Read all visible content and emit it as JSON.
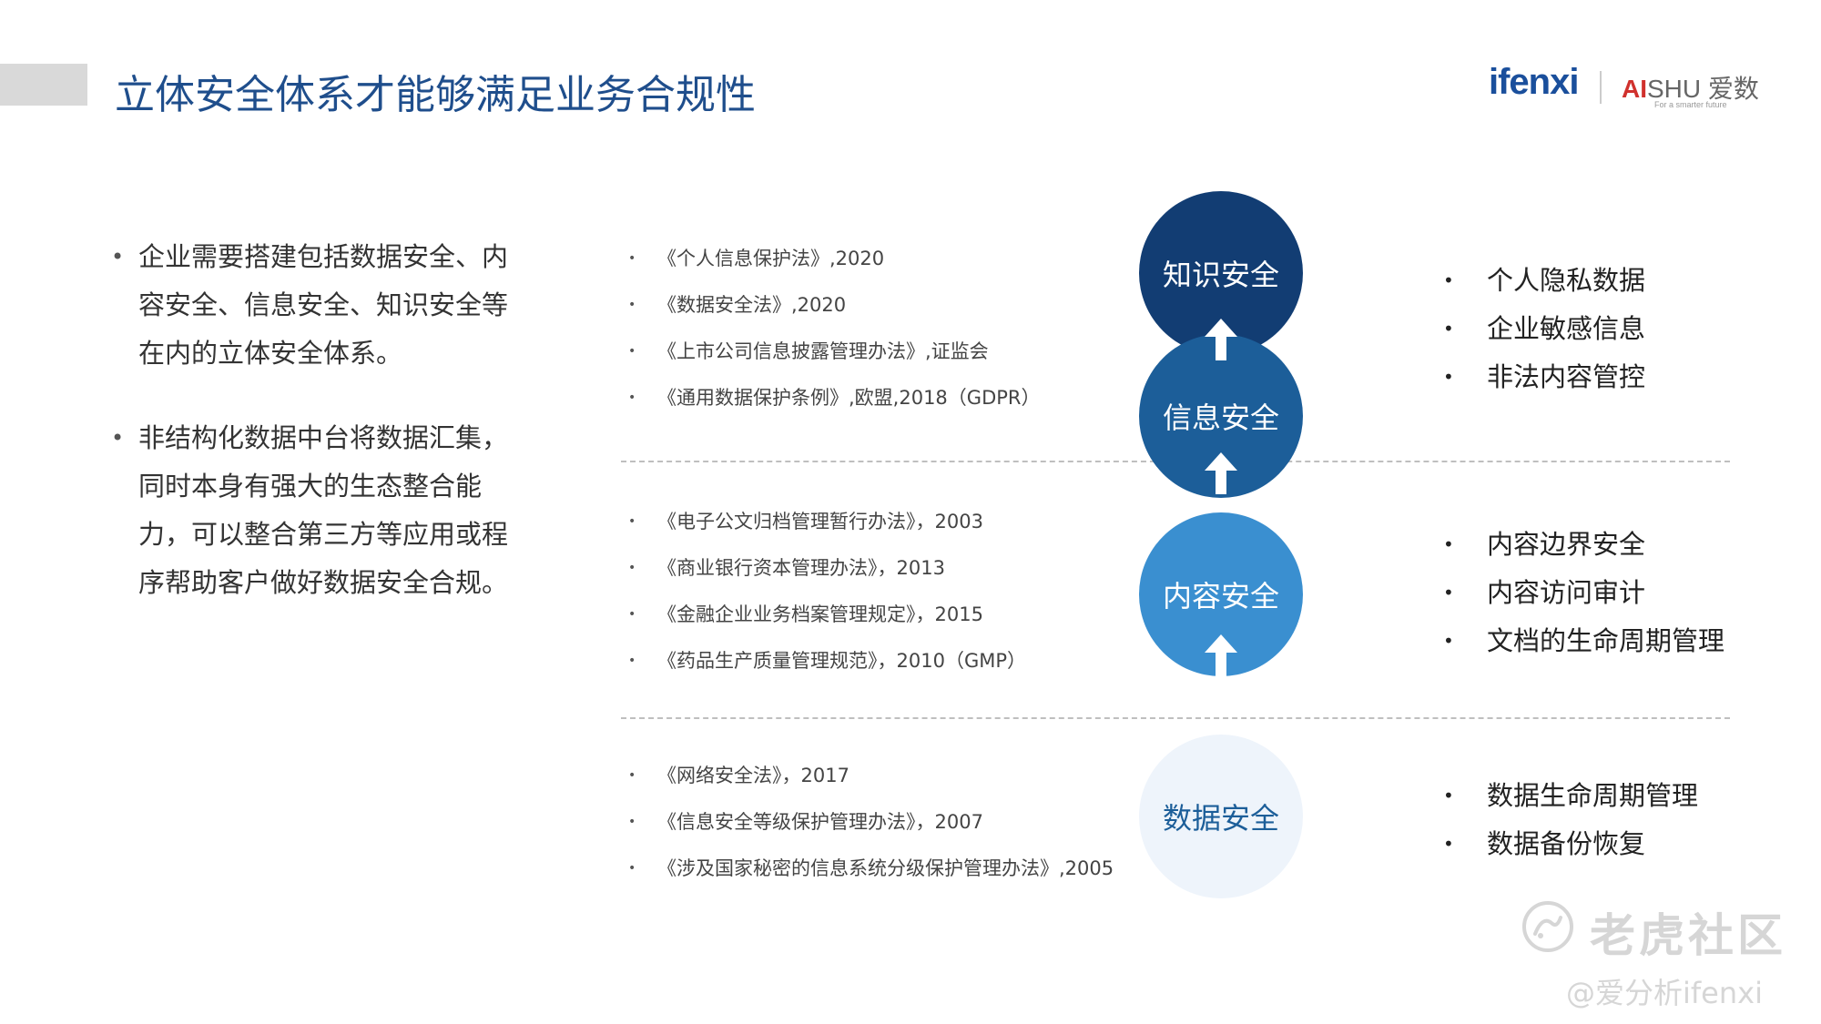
{
  "title": "立体安全体系才能够满足业务合规性",
  "logo": {
    "ifenxi": "ifenxi",
    "aishu_ai": "AI",
    "aishu_shu": "SHU 爱数",
    "tagline": "For a smarter future"
  },
  "left_points": [
    "企业需要搭建包括数据安全、内容安全、信息安全、知识安全等在内的立体安全体系。",
    "非结构化数据中台将数据汇集，同时本身有强大的生态整合能力，可以整合第三方等应用或程序帮助客户做好数据安全合规。"
  ],
  "laws": {
    "group1": [
      "《个人信息保护法》,2020",
      "《数据安全法》,2020",
      "《上市公司信息披露管理办法》,证监会",
      "《通用数据保护条例》,欧盟,2018（GDPR）"
    ],
    "group2": [
      "《电子公文归档管理暂行办法》，2003",
      "《商业银行资本管理办法》，2013",
      "《金融企业业务档案管理规定》，2015",
      "《药品生产质量管理规范》，2010（GMP）"
    ],
    "group3": [
      "《网络安全法》，2017",
      "《信息安全等级保护管理办法》，2007",
      "《涉及国家秘密的信息系统分级保护管理办法》,2005"
    ]
  },
  "circles": {
    "knowledge": "知识安全",
    "info": "信息安全",
    "content": "内容安全",
    "data": "数据安全"
  },
  "right": {
    "group1": [
      "个人隐私数据",
      "企业敏感信息",
      "非法内容管控"
    ],
    "group2": [
      "内容边界安全",
      "内容访问审计",
      "文档的生命周期管理"
    ],
    "group3": [
      "数据生命周期管理",
      "数据备份恢复"
    ]
  },
  "bullet": "•",
  "watermark": {
    "text": "老虎社区",
    "handle": "@爱分析ifenxi"
  },
  "colors": {
    "title": "#1f4e8c",
    "knowledge": "#123d73",
    "info": "#1c5e99",
    "content": "#3a8fd0",
    "data": "#eef4fb"
  }
}
